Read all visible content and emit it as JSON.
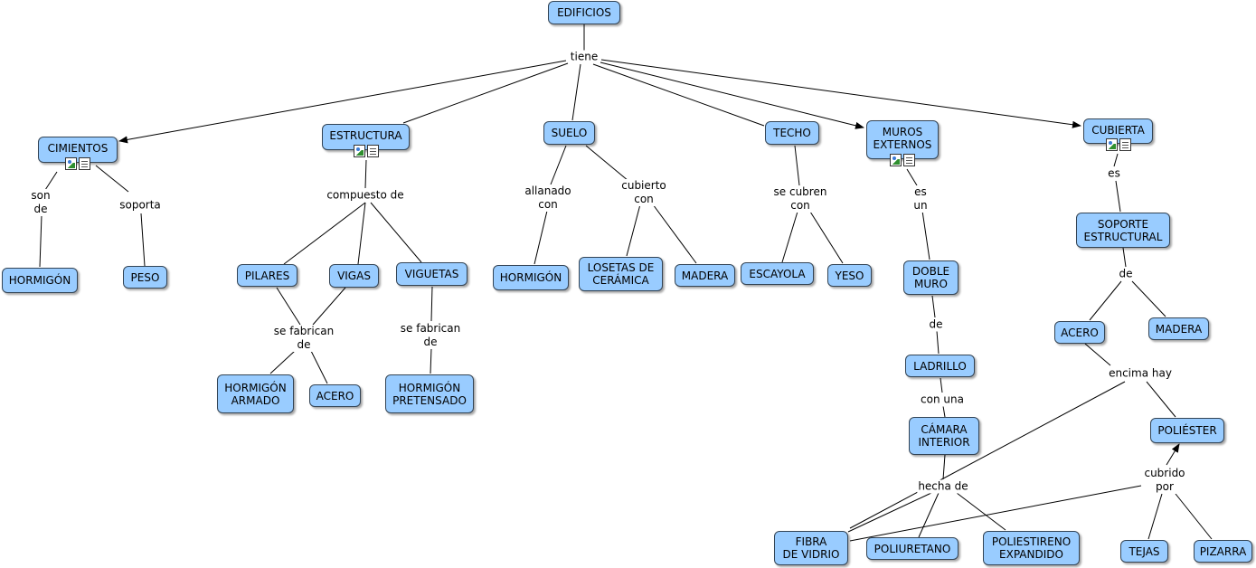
{
  "nodes": {
    "edificios": "EDIFICIOS",
    "cimientos": "CIMIENTOS",
    "estructura": "ESTRUCTURA",
    "suelo": "SUELO",
    "techo": "TECHO",
    "muros_externos": "MUROS\nEXTERNOS",
    "cubierta": "CUBIERTA",
    "hormigon_cim": "HORMIGÓN",
    "peso": "PESO",
    "pilares": "PILARES",
    "vigas": "VIGAS",
    "viguetas": "VIGUETAS",
    "hormigon_armado": "HORMIGÓN\nARMADO",
    "acero_est": "ACERO",
    "hormigon_pretensado": "HORMIGÓN\nPRETENSADO",
    "hormigon_suelo": "HORMIGÓN",
    "losetas": "LOSETAS DE\nCERÁMICA",
    "madera_suelo": "MADERA",
    "escayola": "ESCAYOLA",
    "yeso": "YESO",
    "doble_muro": "DOBLE\nMURO",
    "ladrillo": "LADRILLO",
    "camara": "CÁMARA\nINTERIOR",
    "fibra": "FIBRA\nDE VIDRIO",
    "poliuretano": "POLIURETANO",
    "poliestireno": "POLIESTIRENO\nEXPANDIDO",
    "soporte": "SOPORTE\nESTRUCTURAL",
    "acero_cub": "ACERO",
    "madera_cub": "MADERA",
    "poliester": "POLIÉSTER",
    "tejas": "TEJAS",
    "pizarra": "PIZARRA"
  },
  "links": {
    "tiene": "tiene",
    "son_de": "son\nde",
    "soporta": "soporta",
    "compuesto_de": "compuesto de",
    "se_fabrican_1": "se fabrican\nde",
    "se_fabrican_2": "se fabrican\nde",
    "allanado": "allanado\ncon",
    "cubierto": "cubierto\ncon",
    "se_cubren": "se cubren\ncon",
    "es_un": "es\nun",
    "de_muro": "de",
    "con_una": "con una",
    "hecha_de": "hecha de",
    "es": "es",
    "de_soporte": "de",
    "encima_hay": "encima hay",
    "cubrido_por": "cubrido\npor"
  },
  "icons": [
    "image-resource-icon",
    "document-resource-icon"
  ]
}
